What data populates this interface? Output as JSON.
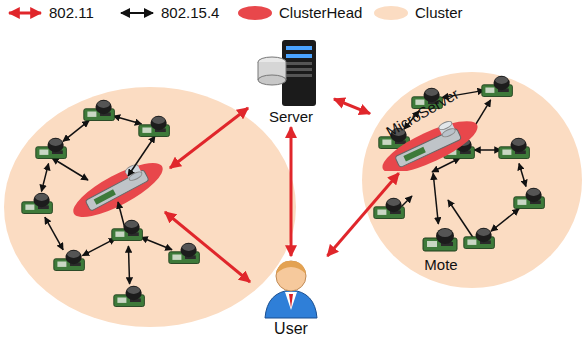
{
  "diagram": {
    "nodes": [
      {
        "text": [
          "Server"
        ]
      },
      {
        "text": [
          "User"
        ]
      },
      {
        "text": [
          "MicroServer"
        ]
      },
      {
        "text": [
          "Mote"
        ]
      }
    ],
    "edges": [
      {
        "from": 0,
        "to": 2,
        "arrow": "both"
      },
      {
        "from": 1,
        "to": 2,
        "arrow": "both"
      },
      {
        "from": 0,
        "to": 1,
        "arrow": "both"
      },
      {
        "from": 3,
        "to": 2,
        "arrow": "both"
      }
    ],
    "legend": [
      {
        "text": "802.11"
      },
      {
        "text": "802.15.4"
      },
      {
        "text": "ClusterHead",
        "color": "#e8474b"
      },
      {
        "text": "Cluster",
        "color": "#fbdcc2"
      }
    ]
  }
}
